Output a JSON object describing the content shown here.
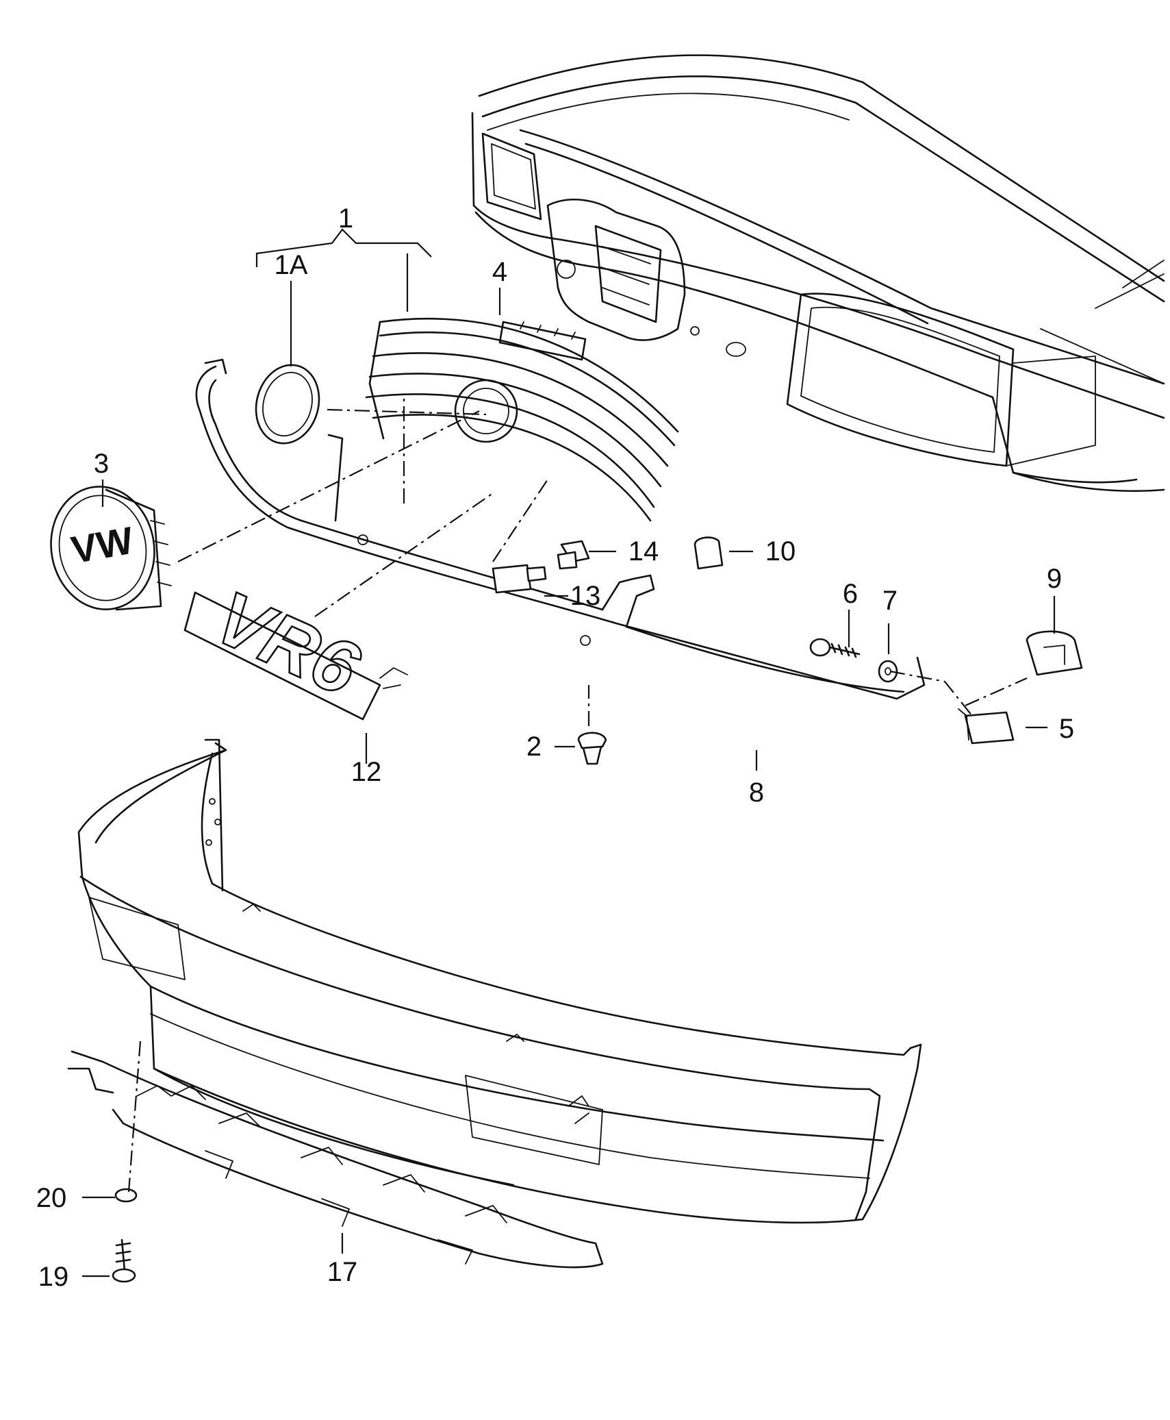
{
  "callouts": [
    {
      "id": "1",
      "label": "1"
    },
    {
      "id": "1A",
      "label": "1A"
    },
    {
      "id": "2",
      "label": "2"
    },
    {
      "id": "3",
      "label": "3"
    },
    {
      "id": "4",
      "label": "4"
    },
    {
      "id": "5",
      "label": "5"
    },
    {
      "id": "6",
      "label": "6"
    },
    {
      "id": "7",
      "label": "7"
    },
    {
      "id": "8",
      "label": "8"
    },
    {
      "id": "9",
      "label": "9"
    },
    {
      "id": "10",
      "label": "10"
    },
    {
      "id": "12",
      "label": "12"
    },
    {
      "id": "13",
      "label": "13"
    },
    {
      "id": "14",
      "label": "14"
    },
    {
      "id": "17",
      "label": "17"
    },
    {
      "id": "19",
      "label": "19"
    },
    {
      "id": "20",
      "label": "20"
    }
  ],
  "emblems": {
    "brand_badge": "VW",
    "engine_badge": "VR6"
  }
}
